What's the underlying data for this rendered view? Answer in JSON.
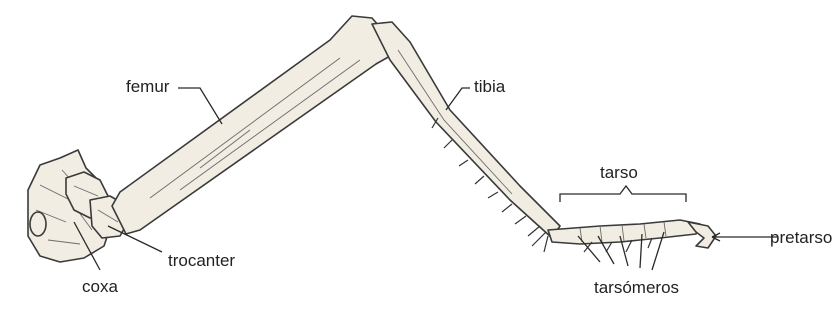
{
  "labels": {
    "femur": "femur",
    "tibia": "tibia",
    "tarso": "tarso",
    "pretarso": "pretarso",
    "trocanter": "trocanter",
    "coxa": "coxa",
    "tarsomeros": "tarsómeros"
  },
  "colors": {
    "bone_fill": "#f1ede2",
    "outline": "#3a3a3a",
    "text": "#222222"
  }
}
